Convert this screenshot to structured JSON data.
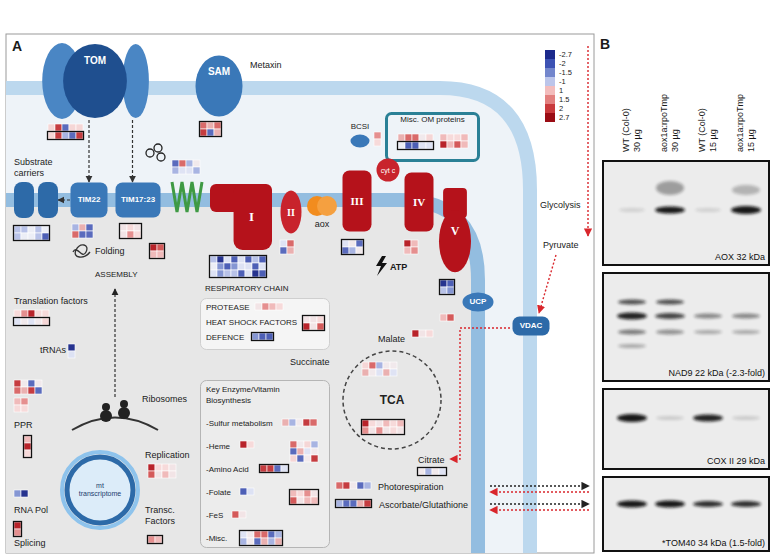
{
  "diagram": {
    "nodes": [
      {
        "text": [
          "TOM"
        ]
      },
      {
        "text": [
          "SAM"
        ]
      },
      {
        "text": [
          "BCSI"
        ]
      },
      {
        "text": [
          "Misc. OM proteins"
        ]
      },
      {
        "text": [
          "Substrate carriers"
        ]
      },
      {
        "text": [
          "TIM22"
        ]
      },
      {
        "text": [
          "TIM17:23"
        ]
      },
      {
        "text": [
          "I"
        ]
      },
      {
        "text": [
          "II"
        ]
      },
      {
        "text": [
          "aox"
        ]
      },
      {
        "text": [
          "III"
        ]
      },
      {
        "text": [
          "cyt c"
        ]
      },
      {
        "text": [
          "IV"
        ]
      },
      {
        "text": [
          "V"
        ]
      },
      {
        "text": [
          "UCP"
        ]
      },
      {
        "text": [
          "VDAC"
        ]
      },
      {
        "text": [
          "PROTEASE",
          "HEAT SHOCK FACTORS",
          "DEFENCE"
        ]
      },
      {
        "text": [
          "Key Enzyme/Vitamin Biosynthesis",
          "-Sulfur metabolism",
          "-Heme",
          "-Amino Acid",
          "-Folate",
          "-FeS",
          "-Misc."
        ]
      },
      {
        "text": [
          "TCA"
        ]
      },
      {
        "text": [
          "mt transcriptome"
        ]
      },
      {
        "text": [
          "AOX 32 kDa"
        ]
      },
      {
        "text": [
          "NAD9 22 kDa (-2.3-fold)"
        ]
      },
      {
        "text": [
          "COX II 29 kDa"
        ]
      },
      {
        "text": [
          "*TOM40 34 kDa (1.5-fold)"
        ]
      }
    ],
    "edges": [
      {
        "from": 0,
        "to": 5,
        "arrow": "to"
      },
      {
        "from": 0,
        "to": 6,
        "arrow": "to"
      },
      {
        "from": 5,
        "to": 4,
        "arrow": "to"
      }
    ],
    "labels": [
      "A",
      "Metaxin",
      "Glycolysis",
      "Pyruvate",
      "Folding",
      "ASSEMBLY",
      "RESPIRATORY CHAIN",
      "ATP",
      "Translation factors",
      "tRNAs",
      "Ribosomes",
      "PPR",
      "RNA Pol",
      "Splicing",
      "Replication",
      "Transc. Factors",
      "Malate",
      "Succinate",
      "Citrate",
      "Photorespiration",
      "Ascorbate/Glutathione",
      "B",
      "WT (Col-0) 30 µg",
      "aox1a:rpoTmp 30 µg",
      "WT (Col-0) 15 µg",
      "aox1a:rpoTmp 15 µg"
    ],
    "legend": [
      {
        "text": "-2.7",
        "color": "#1c2a8c"
      },
      {
        "text": "-2",
        "color": "#3d52b3"
      },
      {
        "text": "-1.5",
        "color": "#7386cc"
      },
      {
        "text": "-1",
        "color": "#bcc5ea"
      },
      {
        "text": "1",
        "color": "#f3bcbc"
      },
      {
        "text": "1.5",
        "color": "#e3807f"
      },
      {
        "text": "2",
        "color": "#c93a3c"
      },
      {
        "text": "2.7",
        "color": "#9a0c14"
      }
    ]
  }
}
